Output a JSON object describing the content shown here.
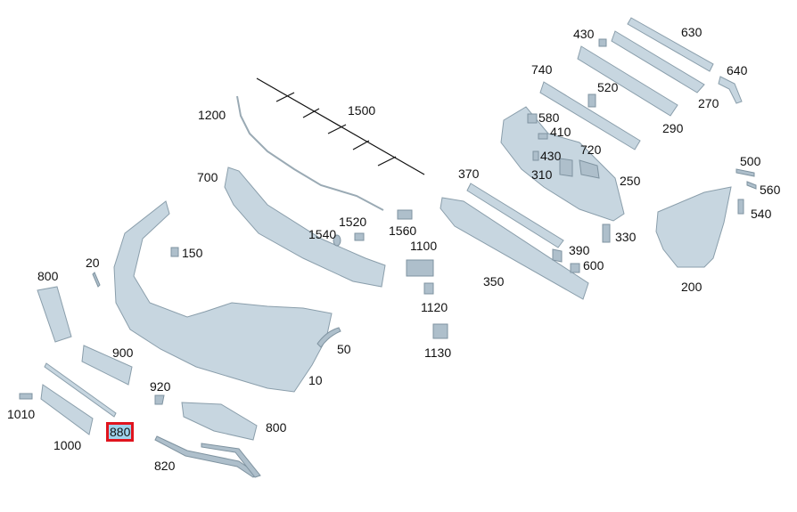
{
  "callouts": [
    {
      "id": "c630",
      "label": "630"
    },
    {
      "id": "c430a",
      "label": "430"
    },
    {
      "id": "c640",
      "label": "640"
    },
    {
      "id": "c740",
      "label": "740"
    },
    {
      "id": "c520",
      "label": "520"
    },
    {
      "id": "c270",
      "label": "270"
    },
    {
      "id": "c1200",
      "label": "1200"
    },
    {
      "id": "c1500",
      "label": "1500"
    },
    {
      "id": "c580",
      "label": "580"
    },
    {
      "id": "c410",
      "label": "410"
    },
    {
      "id": "c290",
      "label": "290"
    },
    {
      "id": "c720",
      "label": "720"
    },
    {
      "id": "c430b",
      "label": "430"
    },
    {
      "id": "c310",
      "label": "310"
    },
    {
      "id": "c500",
      "label": "500"
    },
    {
      "id": "c370",
      "label": "370"
    },
    {
      "id": "c250",
      "label": "250"
    },
    {
      "id": "c700",
      "label": "700"
    },
    {
      "id": "c560",
      "label": "560"
    },
    {
      "id": "c540",
      "label": "540"
    },
    {
      "id": "c1520",
      "label": "1520"
    },
    {
      "id": "c1540",
      "label": "1540"
    },
    {
      "id": "c1560",
      "label": "1560"
    },
    {
      "id": "c330",
      "label": "330"
    },
    {
      "id": "c1100",
      "label": "1100"
    },
    {
      "id": "c390",
      "label": "390"
    },
    {
      "id": "c150",
      "label": "150"
    },
    {
      "id": "c600",
      "label": "600"
    },
    {
      "id": "c20",
      "label": "20"
    },
    {
      "id": "c800a",
      "label": "800"
    },
    {
      "id": "c350",
      "label": "350"
    },
    {
      "id": "c200",
      "label": "200"
    },
    {
      "id": "c1120",
      "label": "1120"
    },
    {
      "id": "c50",
      "label": "50"
    },
    {
      "id": "c1130",
      "label": "1130"
    },
    {
      "id": "c900",
      "label": "900"
    },
    {
      "id": "c10",
      "label": "10"
    },
    {
      "id": "c920",
      "label": "920"
    },
    {
      "id": "c1010",
      "label": "1010"
    },
    {
      "id": "c800b",
      "label": "800"
    },
    {
      "id": "c880",
      "label": "880",
      "highlighted": true
    },
    {
      "id": "c1000",
      "label": "1000"
    },
    {
      "id": "c820",
      "label": "820"
    }
  ],
  "colors": {
    "part_fill": "#c7d6e0",
    "highlight_fill": "#9fd3ec",
    "highlight_border": "#e0141e"
  }
}
